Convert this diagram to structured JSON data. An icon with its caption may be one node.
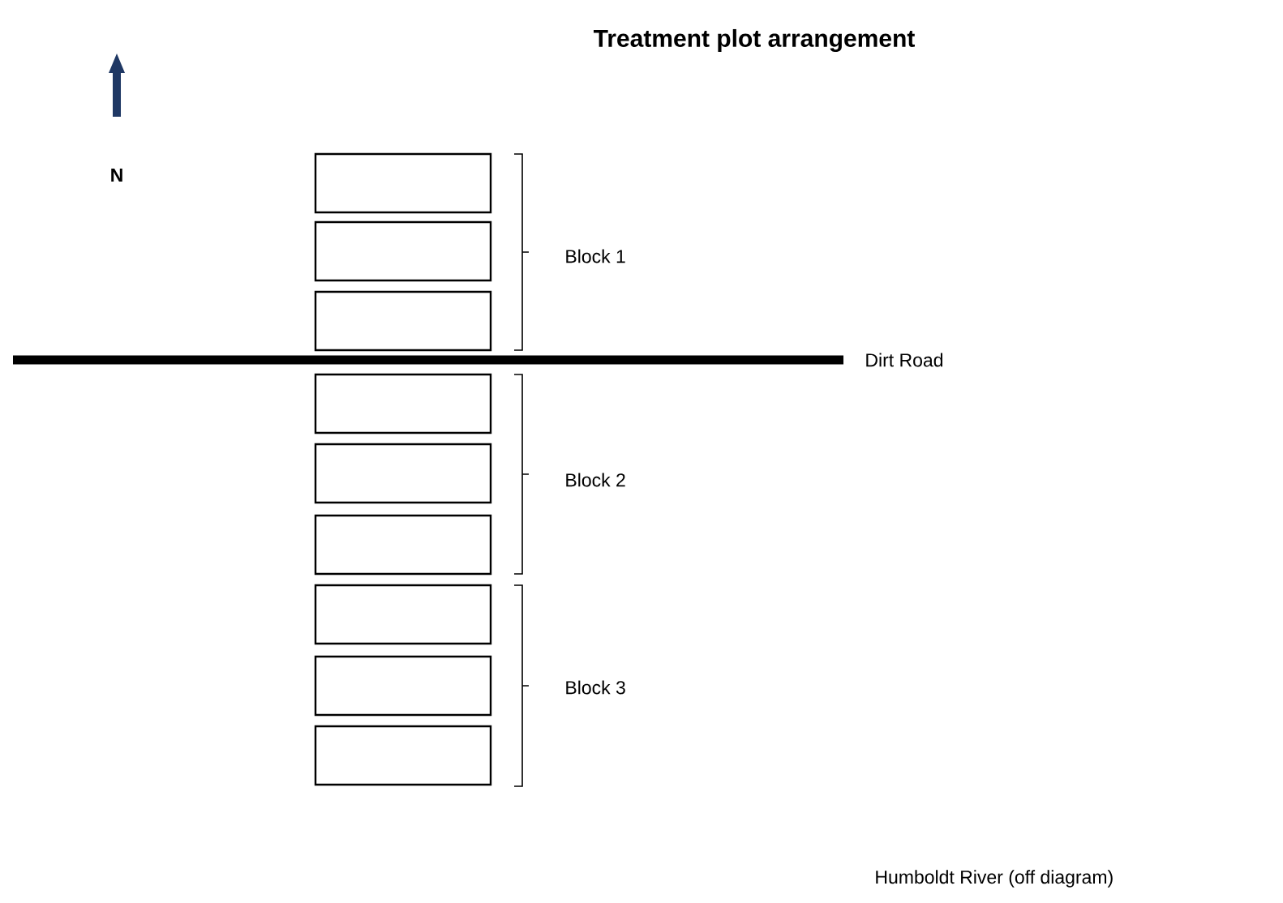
{
  "diagram": {
    "title": "Treatment plot arrangement",
    "nodes": [
      {
        "text": [],
        "shape": "box"
      },
      {
        "text": [],
        "shape": "box"
      },
      {
        "text": [],
        "shape": "box"
      },
      {
        "text": [],
        "shape": "box"
      },
      {
        "text": [],
        "shape": "box"
      },
      {
        "text": [],
        "shape": "box"
      },
      {
        "text": [],
        "shape": "box"
      },
      {
        "text": [],
        "shape": "box"
      },
      {
        "text": [],
        "shape": "box"
      }
    ],
    "labels": [
      "N",
      "Block 1",
      "Dirt Road",
      "Block 2",
      "Block 3",
      "Humboldt River (off diagram)"
    ]
  }
}
